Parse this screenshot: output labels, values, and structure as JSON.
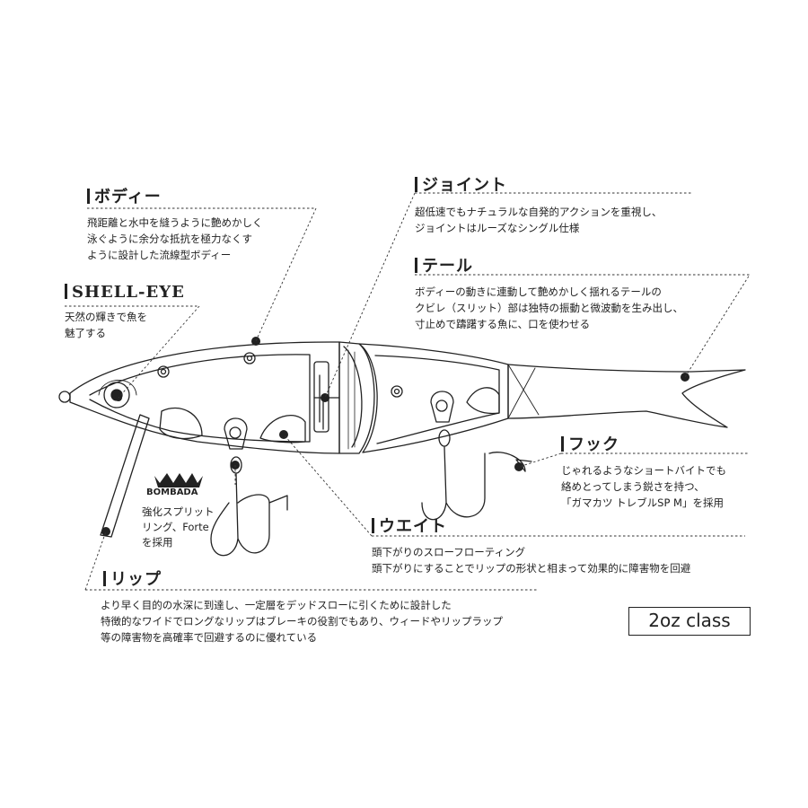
{
  "sections": {
    "body": {
      "heading": "ボディー",
      "lines": [
        "飛距離と水中を縫うように艶めかしく",
        "泳ぐように余分な抵抗を極力なくす",
        "ように設計した流線型ボディー"
      ]
    },
    "shell_eye": {
      "heading": "SHELL-EYE",
      "lines": [
        "天然の輝きで魚を",
        "魅了する"
      ]
    },
    "joint": {
      "heading": "ジョイント",
      "lines": [
        "超低速でもナチュラルな自発的アクションを重視し、",
        "ジョイントはルーズなシングル仕様"
      ]
    },
    "tail": {
      "heading": "テール",
      "lines": [
        "ボディーの動きに連動して艶めかしく揺れるテールの",
        "クビレ（スリット）部は独特の振動と微波動を生み出し、",
        "寸止めで躊躇する魚に、口を使わせる"
      ]
    },
    "hook": {
      "heading": "フック",
      "lines": [
        "じゃれるようなショートバイトでも",
        "絡めとってしまう鋭さを持つ、",
        "「ガマカツ トレブルSP M」を採用"
      ]
    },
    "weight": {
      "heading": "ウエイト",
      "lines": [
        "頭下がりのスローフローティング",
        "頭下がりにすることでリップの形状と相まって効果的に障害物を回避"
      ]
    },
    "lip": {
      "heading": "リップ",
      "lines": [
        "より早く目的の水深に到達し、一定層をデッドスローに引くために設計した",
        "特徴的なワイドでロングなリップはブレーキの役割でもあり、ウィードやリップラップ",
        "等の障害物を高確率で回避するのに優れている"
      ]
    },
    "ring": {
      "lines": [
        "強化スプリット",
        "リング、Forte",
        "を採用"
      ]
    }
  },
  "brand": "BOMBADA",
  "class_label": "2oz class"
}
